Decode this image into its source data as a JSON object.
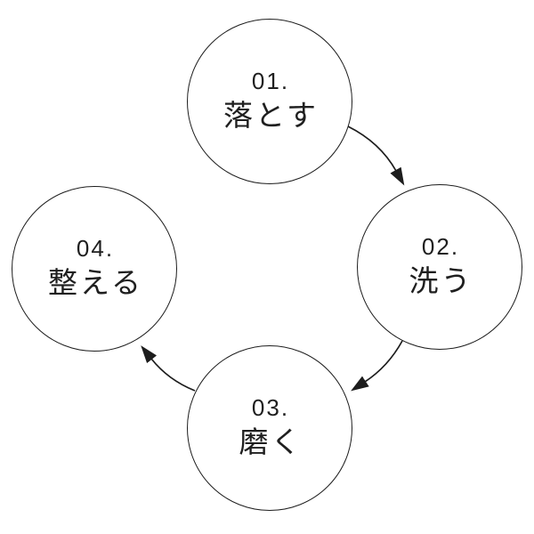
{
  "diagram": {
    "type": "cycle",
    "steps": [
      {
        "id": "1",
        "number": "01.",
        "label": "落とす",
        "position": "top"
      },
      {
        "id": "2",
        "number": "02.",
        "label": "洗う",
        "position": "right"
      },
      {
        "id": "3",
        "number": "03.",
        "label": "磨く",
        "position": "bottom"
      },
      {
        "id": "4",
        "number": "04.",
        "label": "整える",
        "position": "left"
      }
    ],
    "arrows": [
      {
        "from": "1",
        "to": "2"
      },
      {
        "from": "2",
        "to": "3"
      },
      {
        "from": "3",
        "to": "4"
      }
    ],
    "colors": {
      "stroke": "#1d1d1d",
      "text": "#1f1f1f",
      "background": "#ffffff"
    }
  }
}
